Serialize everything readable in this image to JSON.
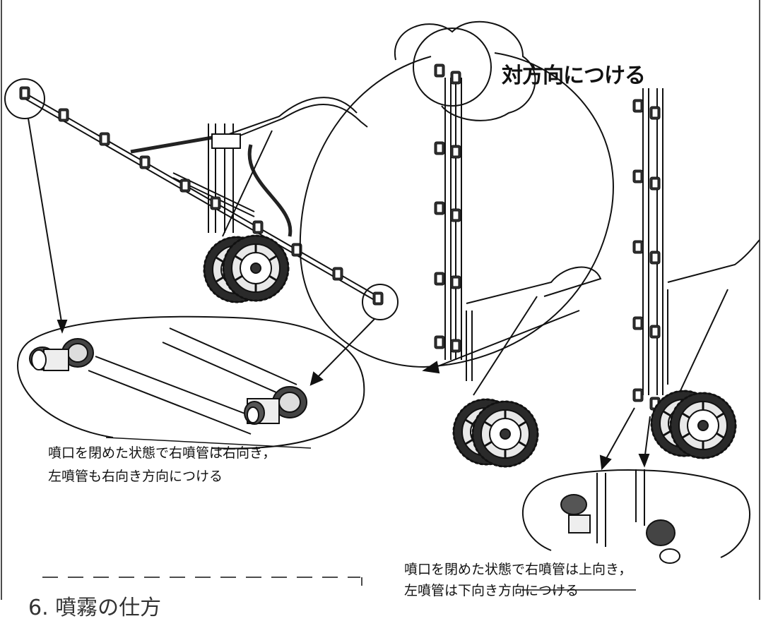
{
  "labels": {
    "opposite_direction": "対方向につける",
    "left_note_line1": "噴口を閉めた状態で右噴管は右向き，",
    "left_note_line2": "左噴管も右向き方向につける",
    "right_note_line1": "噴口を閉めた状態で右噴管は上向き，",
    "right_note_line2": "左噴管は下向き方向につける",
    "section_heading": "6. 噴霧の仕方"
  },
  "colors": {
    "ink": "#111111",
    "background": "#ffffff",
    "tire": "#2a2a2a",
    "metal": "#f2f2f2"
  }
}
